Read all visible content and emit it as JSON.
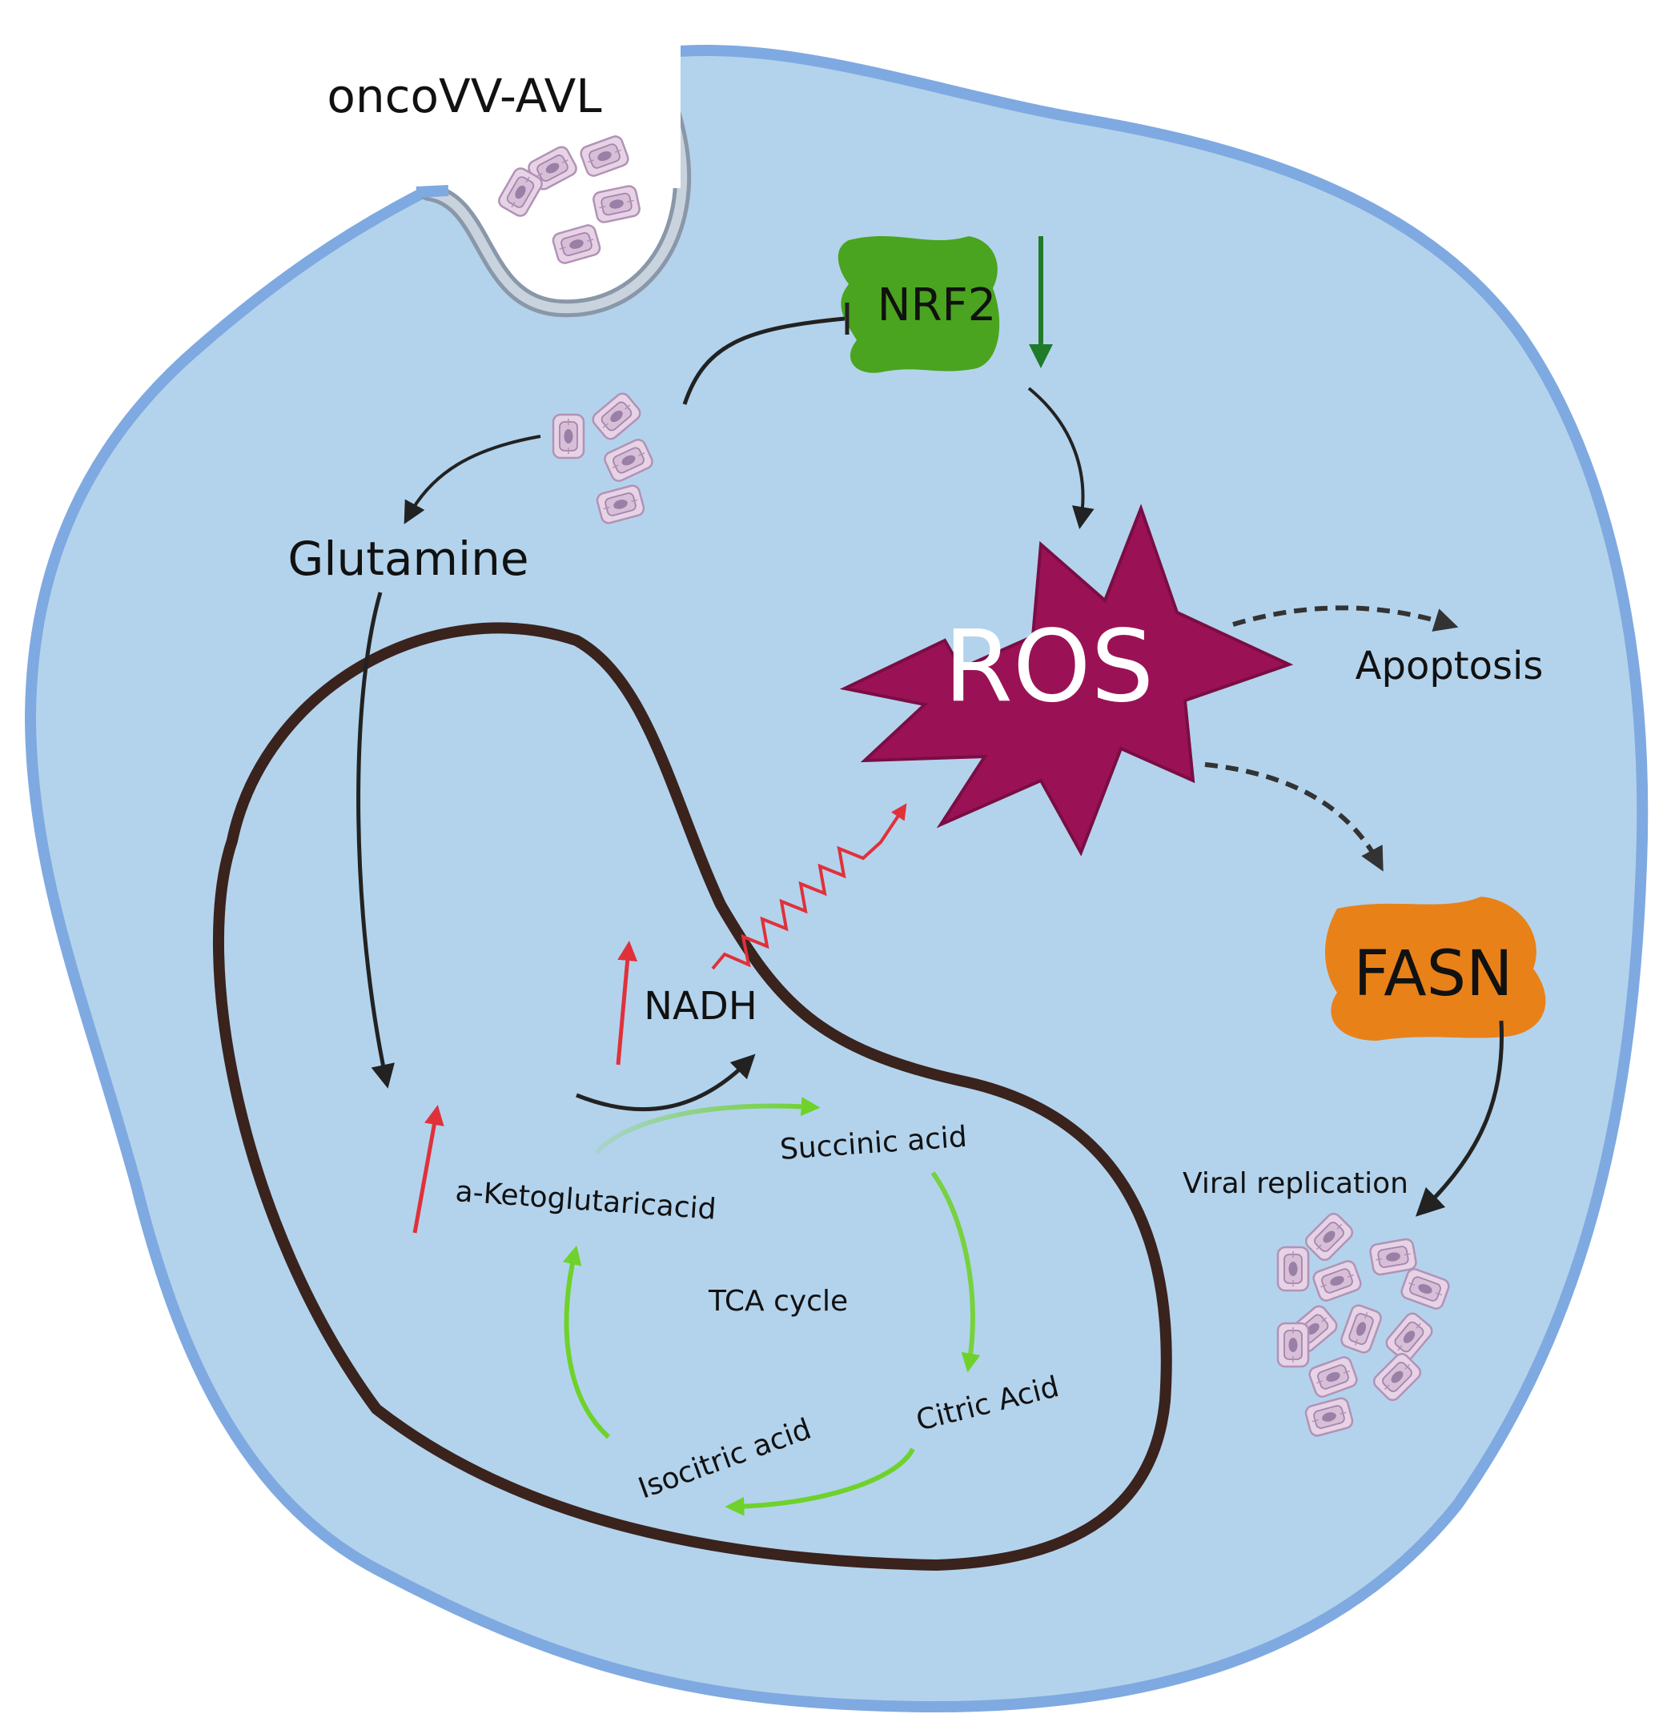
{
  "labels": {
    "virus": "oncoVV-AVL",
    "nrf2": "NRF2",
    "glutamine": "Glutamine",
    "ros": "ROS",
    "apoptosis": "Apoptosis",
    "fasn": "FASN",
    "viral_replication": "Viral replication",
    "nadh": "NADH",
    "a_ketoglutaric": "a-Ketoglutaricacid",
    "succinic": "Succinic acid",
    "tca": "TCA cycle",
    "citric": "Citric Acid",
    "isocitric": "Isocitric acid"
  },
  "colors": {
    "cell_fill": "#b3d3ec",
    "cell_border": "#7fa9e1",
    "mito_border": "#3a221d",
    "nrf2": "#4aa41f",
    "ros": "#9a1255",
    "fasn": "#e98119",
    "tca_arrow": "#6fd22b",
    "up_arrow": "#e0313a",
    "down_arrow": "#1f7a2a",
    "virion_fill": "#e7d3e6",
    "virion_border": "#b292b6"
  },
  "icons": {
    "virion": "virus-particle-icon",
    "arrow": "arrow-icon"
  }
}
